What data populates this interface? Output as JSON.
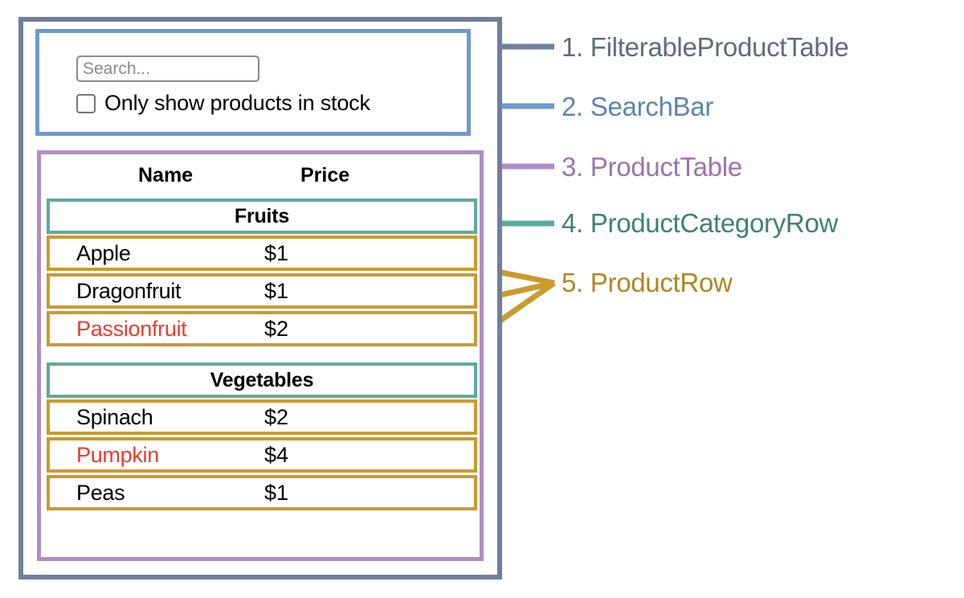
{
  "search": {
    "placeholder": "Search...",
    "value": "",
    "checkbox_label": "Only show products in stock",
    "checkbox_checked": false
  },
  "table": {
    "columns": [
      "Name",
      "Price"
    ],
    "groups": [
      {
        "category": "Fruits",
        "products": [
          {
            "name": "Apple",
            "price": "$1",
            "in_stock": true
          },
          {
            "name": "Dragonfruit",
            "price": "$1",
            "in_stock": true
          },
          {
            "name": "Passionfruit",
            "price": "$2",
            "in_stock": false
          }
        ]
      },
      {
        "category": "Vegetables",
        "products": [
          {
            "name": "Spinach",
            "price": "$2",
            "in_stock": true
          },
          {
            "name": "Pumpkin",
            "price": "$4",
            "in_stock": false
          },
          {
            "name": "Peas",
            "price": "$1",
            "in_stock": true
          }
        ]
      }
    ]
  },
  "callouts": [
    {
      "number": "1.",
      "label": "FilterableProductTable",
      "text": "1. FilterableProductTable",
      "color": "#5f6b80"
    },
    {
      "number": "2.",
      "label": "SearchBar",
      "text": "2. SearchBar",
      "color": "#5d84b2"
    },
    {
      "number": "3.",
      "label": "ProductTable",
      "text": "3. ProductTable",
      "color": "#9b74b0"
    },
    {
      "number": "4.",
      "label": "ProductCategoryRow",
      "text": "4. ProductCategoryRow",
      "color": "#3f8273"
    },
    {
      "number": "5.",
      "label": "ProductRow",
      "text": "5. ProductRow",
      "color": "#b18524"
    }
  ],
  "colors": {
    "outer_frame": "#70809c",
    "search_frame": "#6e9ac9",
    "table_frame": "#b08cc4",
    "category_row": "#5cab9e",
    "product_row": "#ca9b2e",
    "out_of_stock_text": "#ee3a2b"
  }
}
